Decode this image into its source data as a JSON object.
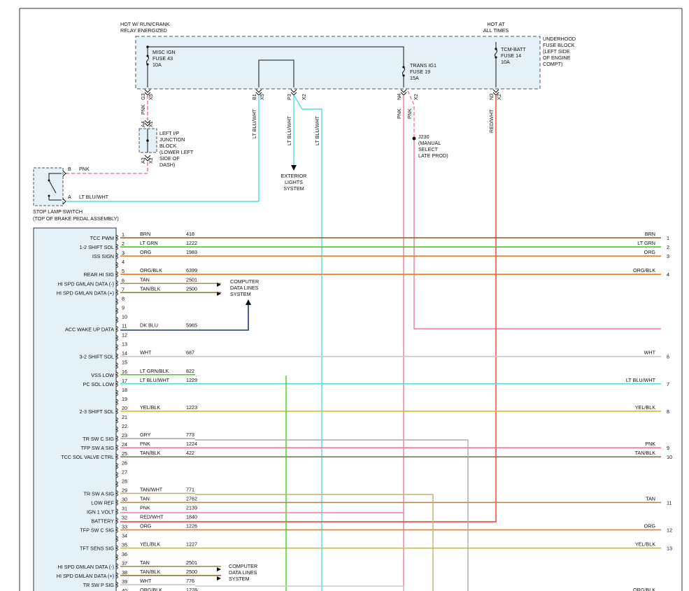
{
  "header": {
    "run_crank_label": [
      "HOT W/ RUN/CRANK",
      "RELAY ENERGIZED"
    ],
    "hot_all_times_label": [
      "HOT AT",
      "ALL TIMES"
    ],
    "fuse_block_label": [
      "UNDERHOOD",
      "FUSE BLOCK",
      "(LEFT SIDE",
      "OF ENGINE",
      "COMPT)"
    ]
  },
  "fuses": [
    {
      "lines": [
        "MISC IGN",
        "FUSE 43",
        "10A"
      ]
    },
    {
      "lines": [
        "TRANS IG1",
        "FUSE 19",
        "15A"
      ]
    },
    {
      "lines": [
        "TCM-BATT",
        "FUSE 14",
        "10A"
      ]
    }
  ],
  "connectors": [
    {
      "pin": "G3",
      "conn": "X5"
    },
    {
      "pin": "B1",
      "conn": "X5"
    },
    {
      "pin": "P3",
      "conn": "X2"
    },
    {
      "pin": "N4",
      "conn": "X2"
    },
    {
      "pin": "N3",
      "conn": "X2"
    }
  ],
  "upper_wires": [
    {
      "label": "PNK"
    },
    {
      "label": "LT BLU/WHT"
    },
    {
      "label": "LT BLU/WHT"
    },
    {
      "label": "LT BLU/WHT"
    },
    {
      "label": "PNK"
    },
    {
      "label": "PNK"
    },
    {
      "label": "RED/WHT"
    }
  ],
  "junction_block": {
    "label": [
      "LEFT I/P",
      "JUNCTION",
      "BLOCK",
      "(LOWER LEFT",
      "SIDE OF",
      "DASH)"
    ],
    "pin_top": "A4",
    "conn_top": "X1",
    "pin_bottom": "A3",
    "conn_bottom": "X1"
  },
  "splice": {
    "label": [
      "J230",
      "(MANUAL",
      "SELECT",
      "LATE PROD)"
    ]
  },
  "exterior_lights": [
    "EXTERIOR",
    "LIGHTS",
    "SYSTEM"
  ],
  "stop_lamp": {
    "label": [
      "STOP LAMP SWITCH",
      "(TOP OF BRAKE PEDAL ASSEMBLY)"
    ],
    "pin_b": "B",
    "wire_b": "PNK",
    "pin_a": "A",
    "wire_a": "LT BLU/WHT"
  },
  "computer_data_lines": [
    "COMPUTER",
    "DATA LINES",
    "SYSTEM"
  ],
  "pins": [
    {
      "n": "1",
      "circuit": "TCC PWM",
      "color": "BRN",
      "code": "418",
      "hex": "#8a5a1c",
      "right_label": "BRN",
      "right_num": "1"
    },
    {
      "n": "2",
      "circuit": "1-2 SHIFT SOL",
      "color": "LT GRN",
      "code": "1222",
      "hex": "#44cc22",
      "right_label": "LT GRN",
      "right_num": "2"
    },
    {
      "n": "3",
      "circuit": "ISS SIGN",
      "color": "ORG",
      "code": "1983",
      "hex": "#ee7a22",
      "right_label": "ORG",
      "right_num": "3"
    },
    {
      "n": "4",
      "circuit": "",
      "color": "",
      "code": "",
      "hex": "",
      "right_label": "",
      "right_num": ""
    },
    {
      "n": "5",
      "circuit": "REAR HI SIG",
      "color": "ORG/BLK",
      "code": "6399",
      "hex": "#ee7a22",
      "right_label": "ORG/BLK",
      "right_num": "4"
    },
    {
      "n": "6",
      "circuit": "HI SPD GMLAN DATA (-)",
      "color": "TAN",
      "code": "2501",
      "hex": "#a88a55",
      "right_label": "",
      "right_num": ""
    },
    {
      "n": "7",
      "circuit": "HI SPD GMLAN DATA (+)",
      "color": "TAN/BLK",
      "code": "2500",
      "hex": "#8d7444",
      "right_label": "",
      "right_num": ""
    },
    {
      "n": "8",
      "circuit": "",
      "color": "",
      "code": "",
      "hex": "",
      "right_label": "",
      "right_num": ""
    },
    {
      "n": "9",
      "circuit": "",
      "color": "",
      "code": "",
      "hex": "",
      "right_label": "",
      "right_num": ""
    },
    {
      "n": "10",
      "circuit": "",
      "color": "",
      "code": "",
      "hex": "",
      "right_label": "",
      "right_num": ""
    },
    {
      "n": "11",
      "circuit": "ACC WAKE UP DATA",
      "color": "DK BLU",
      "code": "5965",
      "hex": "#1a3c80",
      "right_label": "",
      "right_num": ""
    },
    {
      "n": "12",
      "circuit": "",
      "color": "",
      "code": "",
      "hex": "",
      "right_label": "",
      "right_num": ""
    },
    {
      "n": "13",
      "circuit": "",
      "color": "",
      "code": "",
      "hex": "",
      "right_label": "",
      "right_num": ""
    },
    {
      "n": "14",
      "circuit": "3-2 SHIFT SOL",
      "color": "WHT",
      "code": "687",
      "hex": "#c8c8c8",
      "right_label": "WHT",
      "right_num": "6"
    },
    {
      "n": "15",
      "circuit": "",
      "color": "",
      "code": "",
      "hex": "",
      "right_label": "",
      "right_num": ""
    },
    {
      "n": "16",
      "circuit": "VSS LOW",
      "color": "LT GRN/BLK",
      "code": "822",
      "hex": "#44cc22",
      "right_label": "",
      "right_num": ""
    },
    {
      "n": "17",
      "circuit": "PC SOL LOW",
      "color": "LT BLU/WHT",
      "code": "1229",
      "hex": "#55dde0",
      "right_label": "LT BLU/WHT",
      "right_num": "7"
    },
    {
      "n": "18",
      "circuit": "",
      "color": "",
      "code": "",
      "hex": "",
      "right_label": "",
      "right_num": ""
    },
    {
      "n": "19",
      "circuit": "",
      "color": "",
      "code": "",
      "hex": "",
      "right_label": "",
      "right_num": ""
    },
    {
      "n": "20",
      "circuit": "2-3 SHIFT SOL",
      "color": "YEL/BLK",
      "code": "1223",
      "hex": "#c9c032",
      "right_label": "YEL/BLK",
      "right_num": "8"
    },
    {
      "n": "21",
      "circuit": "",
      "color": "",
      "code": "",
      "hex": "",
      "right_label": "",
      "right_num": ""
    },
    {
      "n": "22",
      "circuit": "",
      "color": "",
      "code": "",
      "hex": "",
      "right_label": "",
      "right_num": ""
    },
    {
      "n": "23",
      "circuit": "TR SW C SIG",
      "color": "GRY",
      "code": "773",
      "hex": "#aaaaaa",
      "right_label": "",
      "right_num": ""
    },
    {
      "n": "24",
      "circuit": "TFP SW A SIG",
      "color": "PNK",
      "code": "1224",
      "hex": "#f27b96",
      "right_label": "PNK",
      "right_num": "9"
    },
    {
      "n": "25",
      "circuit": "TCC SOL VALVE CTRL",
      "color": "TAN/BLK",
      "code": "422",
      "hex": "#8d7444",
      "right_label": "TAN/BLK",
      "right_num": "10"
    },
    {
      "n": "26",
      "circuit": "",
      "color": "",
      "code": "",
      "hex": "",
      "right_label": "",
      "right_num": ""
    },
    {
      "n": "27",
      "circuit": "",
      "color": "",
      "code": "",
      "hex": "",
      "right_label": "",
      "right_num": ""
    },
    {
      "n": "28",
      "circuit": "",
      "color": "",
      "code": "",
      "hex": "",
      "right_label": "",
      "right_num": ""
    },
    {
      "n": "29",
      "circuit": "TR SW A SIG",
      "color": "TAN/WHT",
      "code": "771",
      "hex": "#c4ac7a",
      "right_label": "",
      "right_num": ""
    },
    {
      "n": "30",
      "circuit": "LOW REF",
      "color": "TAN",
      "code": "2762",
      "hex": "#a88a55",
      "right_label": "TAN",
      "right_num": "11"
    },
    {
      "n": "31",
      "circuit": "IGN 1 VOLT",
      "color": "PNK",
      "code": "2139",
      "hex": "#f27b96",
      "right_label": "",
      "right_num": ""
    },
    {
      "n": "32",
      "circuit": "BATTERY",
      "color": "RED/WHT",
      "code": "1840",
      "hex": "#e83a3a",
      "right_label": "",
      "right_num": ""
    },
    {
      "n": "33",
      "circuit": "TFP SW C SIG",
      "color": "ORG",
      "code": "1226",
      "hex": "#ee7a22",
      "right_label": "ORG",
      "right_num": "12"
    },
    {
      "n": "34",
      "circuit": "",
      "color": "",
      "code": "",
      "hex": "",
      "right_label": "",
      "right_num": ""
    },
    {
      "n": "35",
      "circuit": "TFT SENS SIG",
      "color": "YEL/BLK",
      "code": "1227",
      "hex": "#c9c032",
      "right_label": "YEL/BLK",
      "right_num": "13"
    },
    {
      "n": "36",
      "circuit": "",
      "color": "",
      "code": "",
      "hex": "",
      "right_label": "",
      "right_num": ""
    },
    {
      "n": "37",
      "circuit": "HI SPD GMLAN DATA (-)",
      "color": "TAN",
      "code": "2501",
      "hex": "#a88a55",
      "right_label": "",
      "right_num": ""
    },
    {
      "n": "38",
      "circuit": "HI SPD GMLAN DATA (+)",
      "color": "TAN/BLK",
      "code": "2500",
      "hex": "#8d7444",
      "right_label": "",
      "right_num": ""
    },
    {
      "n": "39",
      "circuit": "TR SW P SIG",
      "color": "WHT",
      "code": "776",
      "hex": "#c8c8c8",
      "right_label": "",
      "right_num": ""
    },
    {
      "n": "40",
      "circuit": "",
      "color": "ORG/BLK",
      "code": "1228",
      "hex": "#ee7a22",
      "right_label": "ORG/BLK",
      "right_num": ""
    }
  ]
}
